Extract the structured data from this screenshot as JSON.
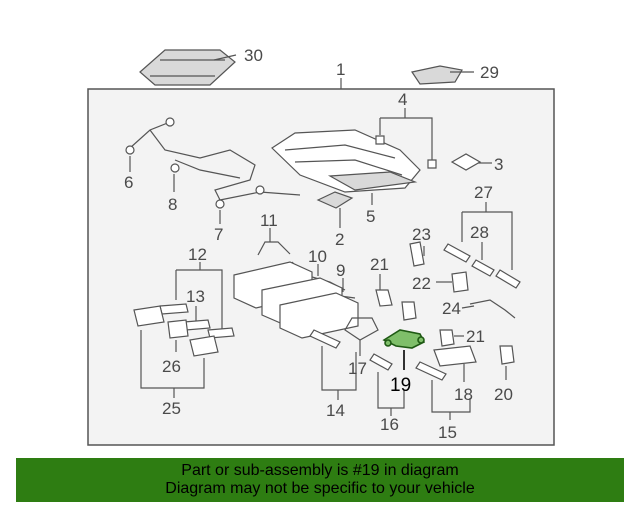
{
  "callouts": {
    "c1": "1",
    "c2": "2",
    "c3": "3",
    "c4": "4",
    "c5": "5",
    "c6": "6",
    "c7": "7",
    "c8": "8",
    "c9": "9",
    "c10": "10",
    "c11": "11",
    "c12": "12",
    "c13": "13",
    "c14": "14",
    "c15": "15",
    "c16": "16",
    "c17": "17",
    "c18": "18",
    "c19": "19",
    "c20": "20",
    "c21a": "21",
    "c21b": "21",
    "c22": "22",
    "c23": "23",
    "c24": "24",
    "c25": "25",
    "c26": "26",
    "c27": "27",
    "c28": "28",
    "c29": "29",
    "c30": "30"
  },
  "banner": {
    "line1": "Part or sub-assembly is #19 in diagram",
    "line2": "Diagram may not be specific to your vehicle"
  },
  "colors": {
    "banner_bg": "#2e7d12",
    "highlight_part": "#7fbf6a",
    "frame_border": "#555555",
    "frame_bg": "#f3f3f3"
  }
}
